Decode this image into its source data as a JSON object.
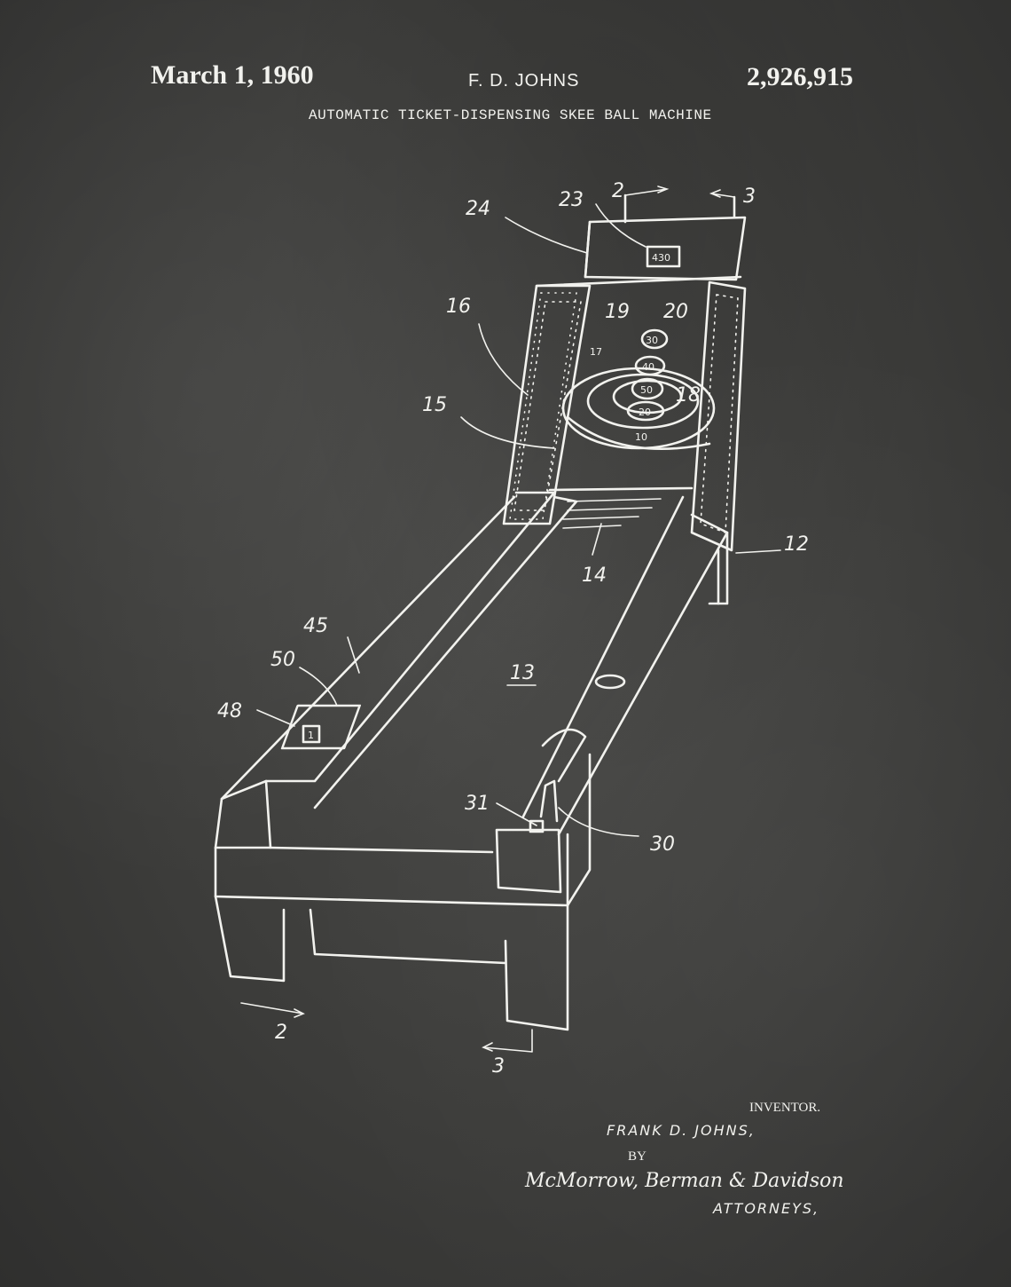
{
  "header": {
    "date": "March 1, 1960",
    "inventor_short": "F. D. JOHNS",
    "patent_number": "2,926,915",
    "title": "AUTOMATIC TICKET-DISPENSING SKEE BALL MACHINE"
  },
  "labels": {
    "l2_top": "2",
    "l3_top": "3",
    "l23": "23",
    "l24": "24",
    "l16": "16",
    "l19": "19",
    "l20": "20",
    "l17": "17",
    "l18": "18",
    "l15": "15",
    "l12": "12",
    "l14": "14",
    "l45": "45",
    "l50": "50",
    "l48": "48",
    "l13": "13",
    "l31": "31",
    "l30": "30",
    "l2_bottom": "2",
    "l3_bottom": "3"
  },
  "target_rings": {
    "r30": "30",
    "r40": "40",
    "r50": "50",
    "r20": "20",
    "r10": "10"
  },
  "score_display": "430",
  "ticket_counter": "1",
  "footer": {
    "inventor_label": "INVENTOR.",
    "inventor_name": "FRANK D. JOHNS,",
    "by": "BY",
    "attorneys_signature": "McMorrow, Berman & Davidson",
    "attorneys_label": "ATTORNEYS,"
  },
  "colors": {
    "background": "#3c3c3a",
    "ink": "#f2f2ee"
  }
}
